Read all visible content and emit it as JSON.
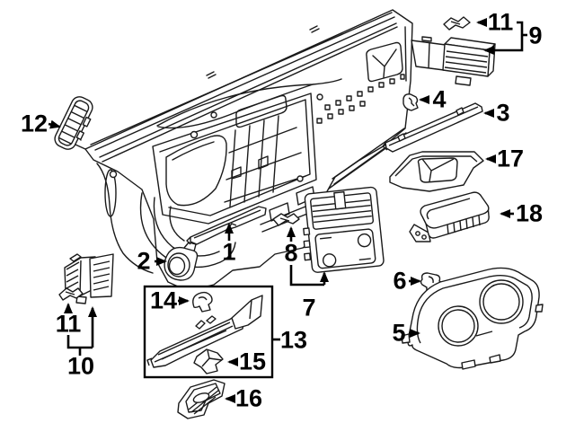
{
  "figure": {
    "background_color": "#ffffff",
    "line_color": "#1a1a1a",
    "label_color": "#000000"
  },
  "callouts": {
    "n1": {
      "label": "1"
    },
    "n2": {
      "label": "2"
    },
    "n3": {
      "label": "3"
    },
    "n4": {
      "label": "4"
    },
    "n5": {
      "label": "5"
    },
    "n6": {
      "label": "6"
    },
    "n7": {
      "label": "7"
    },
    "n8": {
      "label": "8"
    },
    "n9": {
      "label": "9"
    },
    "n10": {
      "label": "10"
    },
    "n11_top": {
      "label": "11"
    },
    "n11_bottom": {
      "label": "11"
    },
    "n12": {
      "label": "12"
    },
    "n13": {
      "label": "13"
    },
    "n14": {
      "label": "14"
    },
    "n15": {
      "label": "15"
    },
    "n16": {
      "label": "16"
    },
    "n17": {
      "label": "17"
    },
    "n18": {
      "label": "18"
    }
  }
}
